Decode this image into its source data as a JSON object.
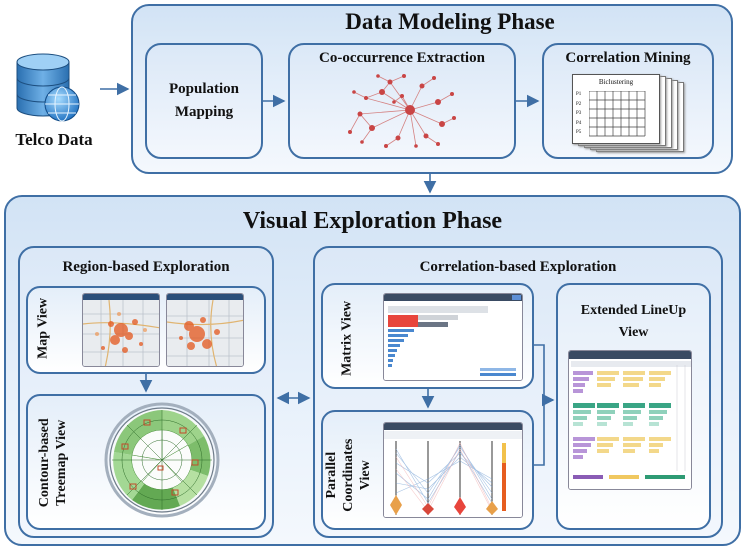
{
  "telco": {
    "label": "Telco Data",
    "icon": "database-globe-icon"
  },
  "modeling": {
    "title": "Data Modeling Phase",
    "population": {
      "line1": "Population",
      "line2": "Mapping"
    },
    "cooccurrence": {
      "title": "Co-occurrence Extraction"
    },
    "correlation": {
      "title": "Correlation Mining",
      "card_title": "Biclustering",
      "row_labels": [
        "P1",
        "P2",
        "P3",
        "P4",
        "P5"
      ]
    }
  },
  "exploration": {
    "title": "Visual Exploration Phase",
    "region": {
      "title": "Region-based Exploration",
      "map_view": "Map View",
      "treemap_line1": "Contour-based",
      "treemap_line2": "Treemap View"
    },
    "correlation": {
      "title": "Correlation-based Exploration",
      "matrix_view": "Matrix View",
      "parallel_line1": "Parallel",
      "parallel_line2": "Coordinates",
      "parallel_line3": "View",
      "lineup_line1": "Extended LineUp",
      "lineup_line2": "View"
    }
  },
  "colors": {
    "border": "#3f6fa5",
    "arrow": "#3f6fa5",
    "graph": "#c94545",
    "accent_green": "#2e9b74",
    "accent_purple": "#8a5cb5",
    "accent_yellow": "#f0c860"
  }
}
